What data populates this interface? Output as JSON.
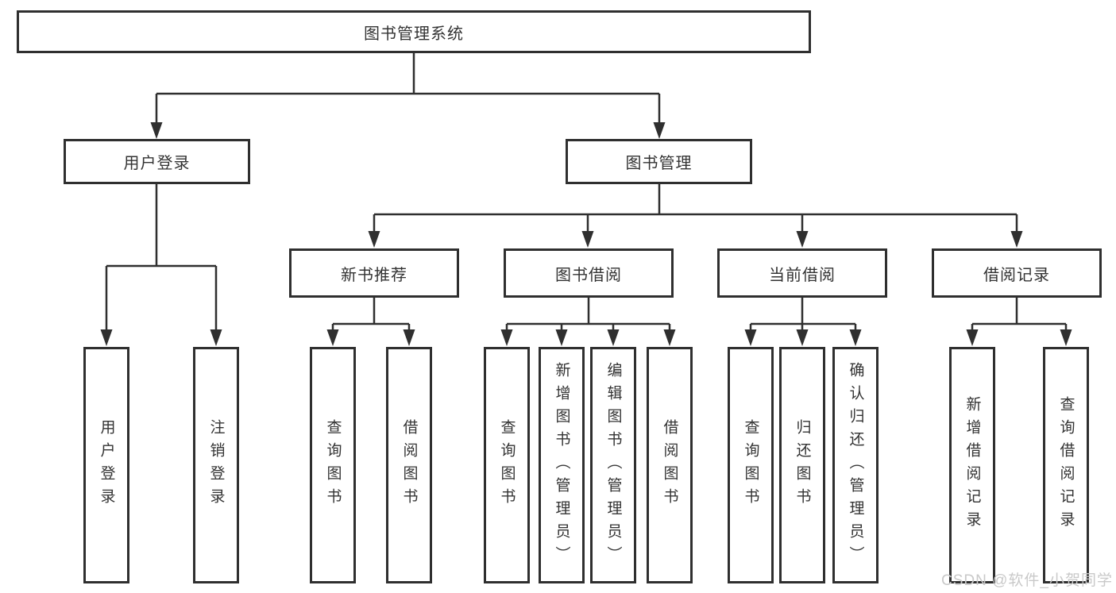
{
  "diagram": {
    "root": {
      "label": "图书管理系统"
    },
    "user_login": {
      "label": "用户登录",
      "children": [
        {
          "label": "用户登录"
        },
        {
          "label": "注销登录"
        }
      ]
    },
    "book_management": {
      "label": "图书管理",
      "children": [
        {
          "label": "新书推荐",
          "children": [
            {
              "label": "查询图书"
            },
            {
              "label": "借阅图书"
            }
          ]
        },
        {
          "label": "图书借阅",
          "children": [
            {
              "label": "查询图书"
            },
            {
              "label": "新增图书（管理员）"
            },
            {
              "label": "编辑图书（管理员）"
            },
            {
              "label": "借阅图书"
            }
          ]
        },
        {
          "label": "当前借阅",
          "children": [
            {
              "label": "查询图书"
            },
            {
              "label": "归还图书"
            },
            {
              "label": "确认归还（管理员）"
            }
          ]
        },
        {
          "label": "借阅记录",
          "children": [
            {
              "label": "新增借阅记录"
            },
            {
              "label": "查询借阅记录"
            }
          ]
        }
      ]
    }
  },
  "watermark": {
    "text": "CSDN @软件_小贺同学"
  },
  "colors": {
    "line": "#2f2f2f",
    "box_border": "#2f2f2f",
    "text": "#333333",
    "watermark": "#c9c9c9",
    "background": "#ffffff"
  }
}
